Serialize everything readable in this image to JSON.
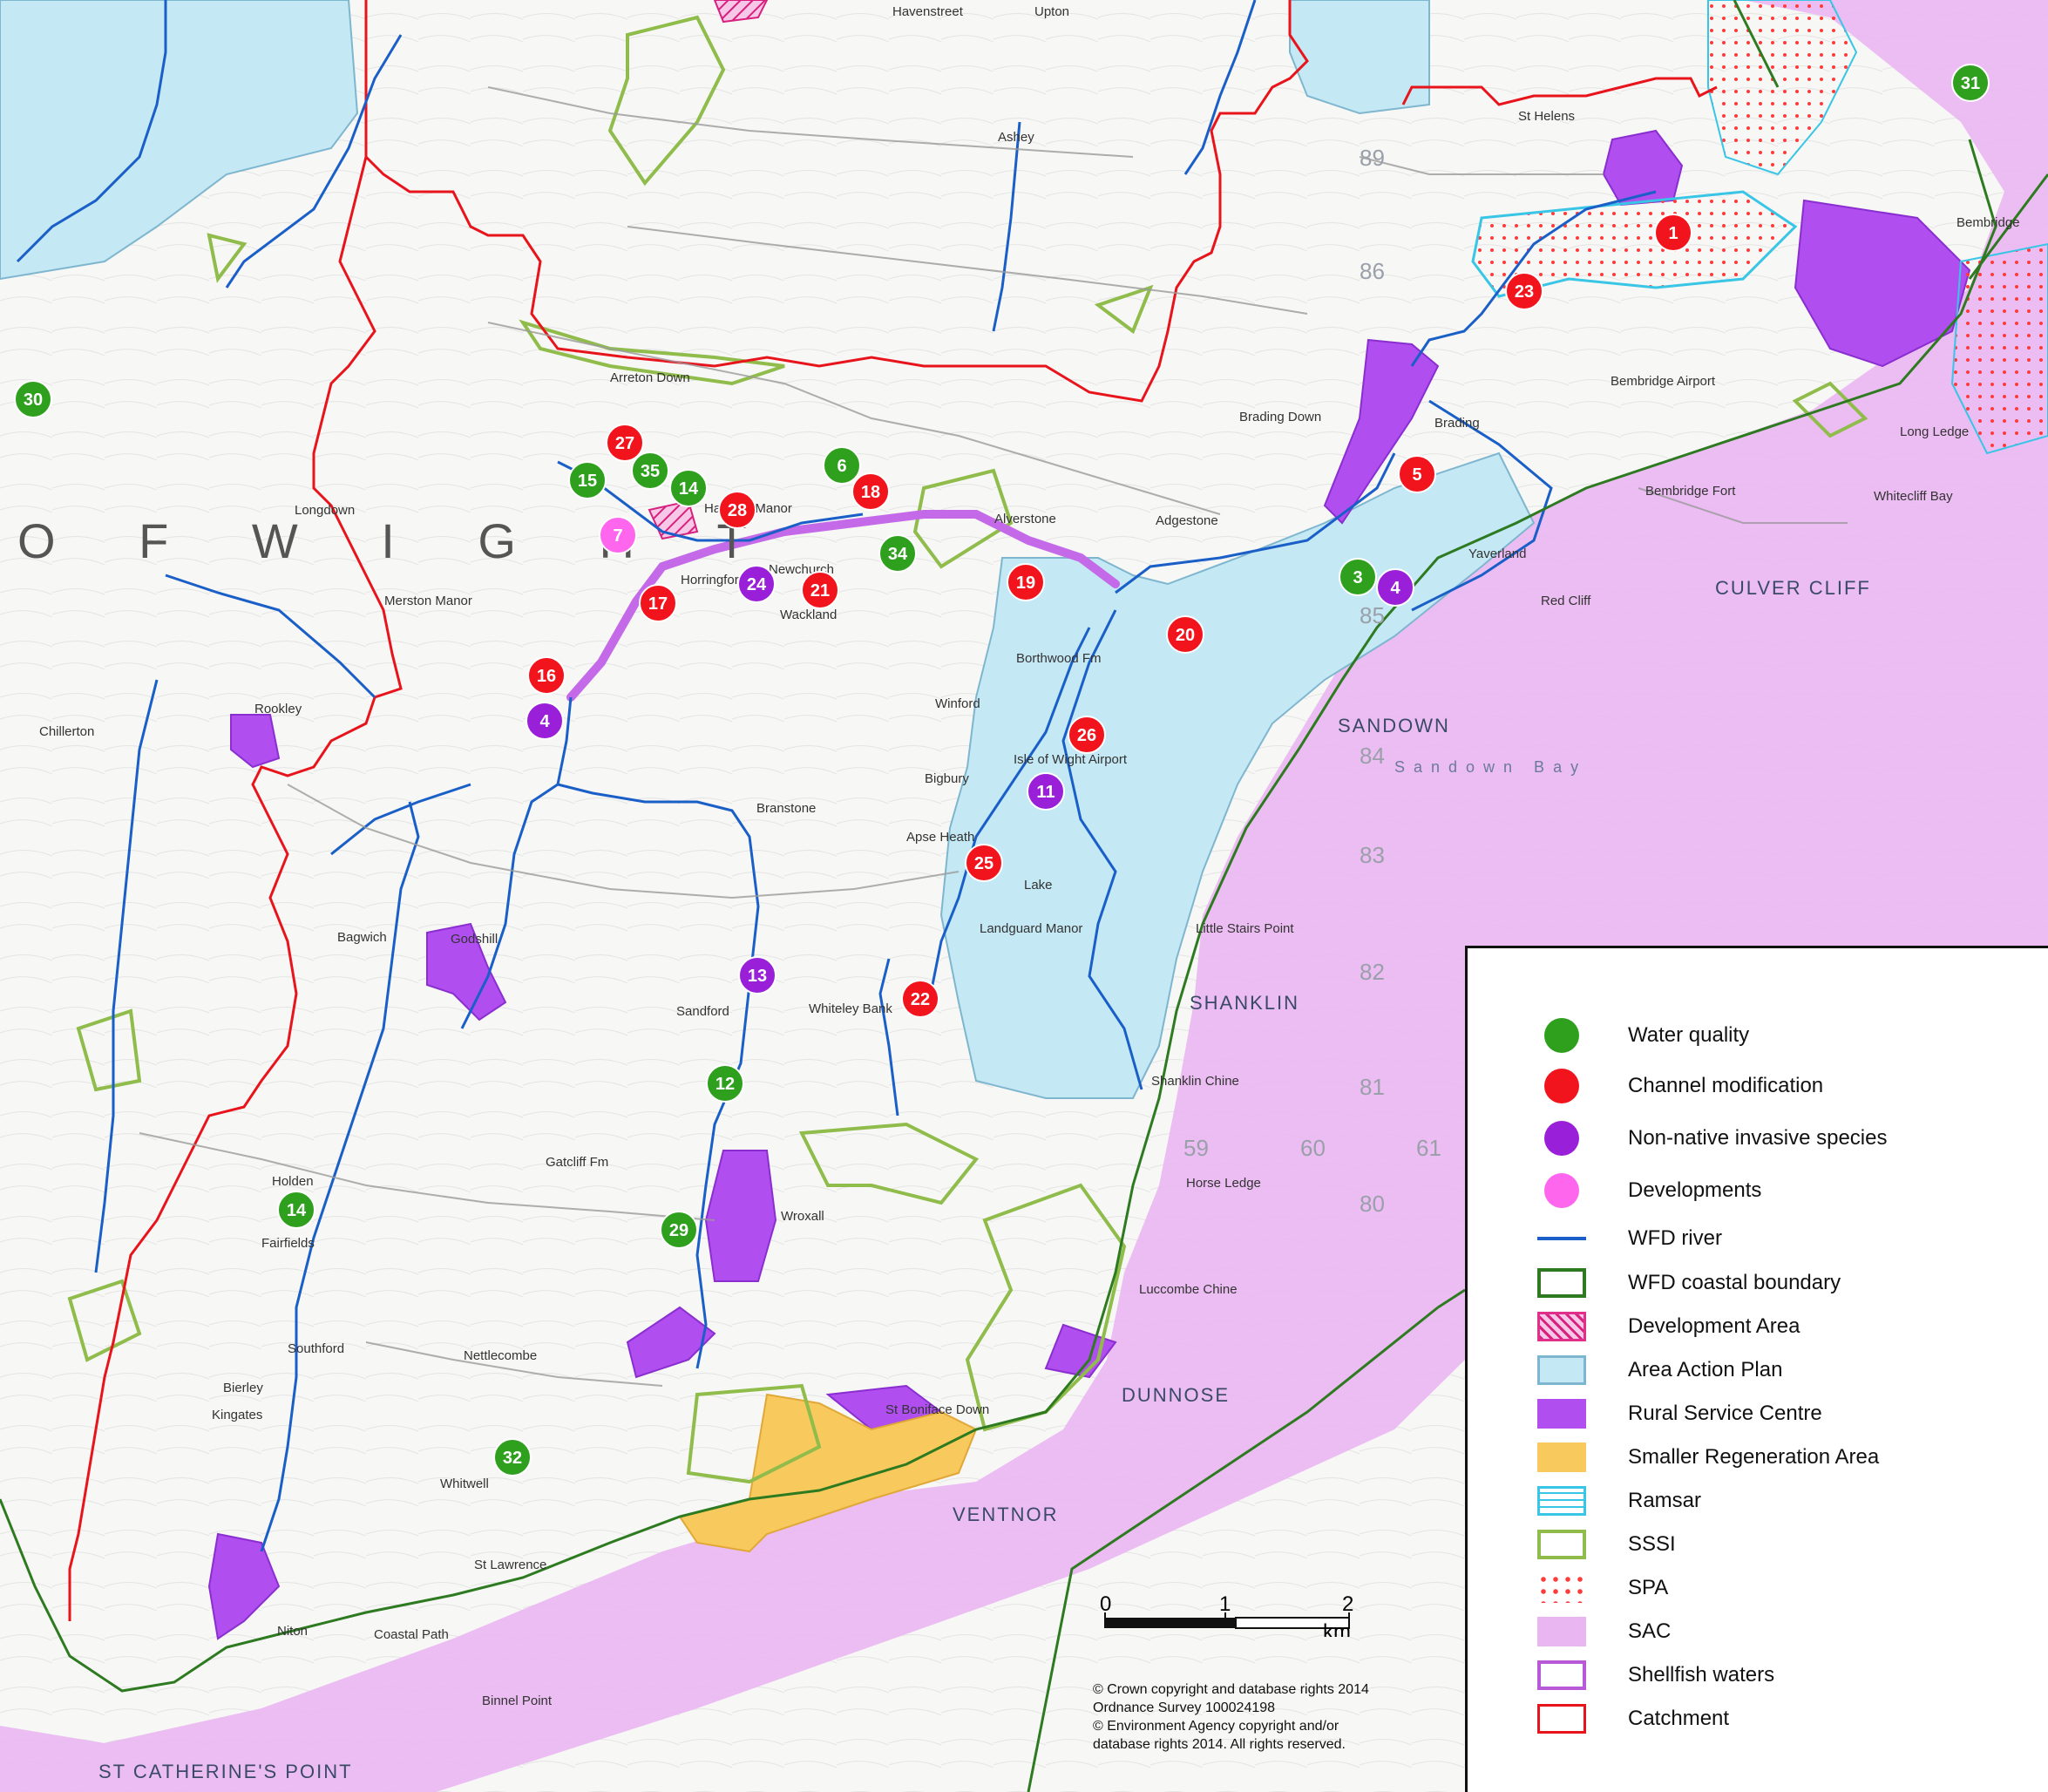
{
  "towns": [
    {
      "id": "sandown",
      "label": "SANDOWN"
    },
    {
      "id": "shanklin",
      "label": "SHANKLIN"
    },
    {
      "id": "ventnor",
      "label": "VENTNOR"
    },
    {
      "id": "dunnose",
      "label": "DUNNOSE"
    },
    {
      "id": "culver",
      "label": "CULVER CLIFF"
    },
    {
      "id": "stcath",
      "label": "ST CATHERINE'S POINT"
    },
    {
      "id": "bembridge",
      "label": "Bembridge"
    },
    {
      "id": "sthelens",
      "label": "St Helens"
    },
    {
      "id": "brading",
      "label": "Brading"
    },
    {
      "id": "godshill",
      "label": "Godshill"
    },
    {
      "id": "wroxall",
      "label": "Wroxall"
    },
    {
      "id": "rookley",
      "label": "Rookley"
    },
    {
      "id": "niton",
      "label": "Niton"
    },
    {
      "id": "newchurch",
      "label": "Newchurch"
    },
    {
      "id": "stlawrence",
      "label": "St Lawrence"
    },
    {
      "id": "whitwell",
      "label": "Whitwell"
    }
  ],
  "places": [
    {
      "id": "havenstreet",
      "label": "Havenstreet"
    },
    {
      "id": "upton",
      "label": "Upton"
    },
    {
      "id": "ashey",
      "label": "Ashey"
    },
    {
      "id": "arreton",
      "label": "Arreton Down"
    },
    {
      "id": "merston",
      "label": "Merston Manor"
    },
    {
      "id": "winford",
      "label": "Winford"
    },
    {
      "id": "branstone",
      "label": "Branstone"
    },
    {
      "id": "apseheath",
      "label": "Apse Heath"
    },
    {
      "id": "landguard",
      "label": "Landguard Manor"
    },
    {
      "id": "sandownbay",
      "label": "Sandown Bay"
    },
    {
      "id": "luccombe",
      "label": "Luccombe Chine"
    },
    {
      "id": "whitecliff",
      "label": "Whitecliff Bay"
    },
    {
      "id": "yaverland",
      "label": "Yaverland"
    },
    {
      "id": "horseledge",
      "label": "Horse Ledge"
    },
    {
      "id": "littlestairs",
      "label": "Little Stairs Point"
    },
    {
      "id": "shanklinchine",
      "label": "Shanklin Chine"
    },
    {
      "id": "bembridgeairport",
      "label": "Bembridge Airport"
    },
    {
      "id": "bembridgefort",
      "label": "Bembridge Fort"
    },
    {
      "id": "longledge",
      "label": "Long Ledge"
    },
    {
      "id": "redcliff",
      "label": "Red Cliff"
    },
    {
      "id": "chillerton",
      "label": "Chillerton"
    },
    {
      "id": "gatcliff",
      "label": "Gatcliff Fm"
    },
    {
      "id": "nettlecombe",
      "label": "Nettlecombe"
    },
    {
      "id": "stboniface",
      "label": "St Boniface Down"
    },
    {
      "id": "coastalpath",
      "label": "Coastal Path"
    },
    {
      "id": "binnel",
      "label": "Binnel Point"
    },
    {
      "id": "whiteley",
      "label": "Whiteley Bank"
    },
    {
      "id": "sandford",
      "label": "Sandford"
    },
    {
      "id": "fairfields",
      "label": "Fairfields"
    },
    {
      "id": "holden",
      "label": "Holden"
    },
    {
      "id": "bigbury",
      "label": "Bigbury"
    },
    {
      "id": "horringford",
      "label": "Horringford"
    },
    {
      "id": "wackland",
      "label": "Wackland"
    },
    {
      "id": "adgestone",
      "label": "Adgestone"
    },
    {
      "id": "averstone",
      "label": "Alverstone"
    },
    {
      "id": "bradingdown",
      "label": "Brading Down"
    },
    {
      "id": "haseley",
      "label": "Haseley Manor"
    },
    {
      "id": "longdown",
      "label": "Longdown"
    },
    {
      "id": "bagwich",
      "label": "Bagwich"
    },
    {
      "id": "kingates",
      "label": "Kingates"
    },
    {
      "id": "bierley",
      "label": "Bierley"
    },
    {
      "id": "southford",
      "label": "Southford"
    },
    {
      "id": "isleofwightairport",
      "label": "Isle of Wight Airport"
    },
    {
      "id": "borthwood",
      "label": "Borthwood Fm"
    },
    {
      "id": "landguardmanor",
      "label": "Lake"
    }
  ],
  "bigland": "O F   W I G H T",
  "grid_labels": [
    "85",
    "84",
    "83",
    "82",
    "81",
    "59",
    "60",
    "61",
    "80",
    "89",
    "86"
  ],
  "markers": [
    {
      "n": "1",
      "cat": "channel"
    },
    {
      "n": "3",
      "cat": "water"
    },
    {
      "n": "4",
      "cat": "invasive"
    },
    {
      "n": "4",
      "cat": "invasive"
    },
    {
      "n": "5",
      "cat": "channel"
    },
    {
      "n": "6",
      "cat": "water"
    },
    {
      "n": "7",
      "cat": "development"
    },
    {
      "n": "11",
      "cat": "invasive"
    },
    {
      "n": "12",
      "cat": "water"
    },
    {
      "n": "13",
      "cat": "invasive"
    },
    {
      "n": "14",
      "cat": "water"
    },
    {
      "n": "14",
      "cat": "water"
    },
    {
      "n": "15",
      "cat": "water"
    },
    {
      "n": "16",
      "cat": "channel"
    },
    {
      "n": "17",
      "cat": "channel"
    },
    {
      "n": "18",
      "cat": "channel"
    },
    {
      "n": "19",
      "cat": "channel"
    },
    {
      "n": "20",
      "cat": "channel"
    },
    {
      "n": "21",
      "cat": "channel"
    },
    {
      "n": "22",
      "cat": "channel"
    },
    {
      "n": "23",
      "cat": "channel"
    },
    {
      "n": "24",
      "cat": "invasive"
    },
    {
      "n": "25",
      "cat": "channel"
    },
    {
      "n": "26",
      "cat": "channel"
    },
    {
      "n": "27",
      "cat": "channel"
    },
    {
      "n": "28",
      "cat": "channel"
    },
    {
      "n": "29",
      "cat": "water"
    },
    {
      "n": "30",
      "cat": "water"
    },
    {
      "n": "31",
      "cat": "water"
    },
    {
      "n": "32",
      "cat": "water"
    },
    {
      "n": "34",
      "cat": "water"
    },
    {
      "n": "35",
      "cat": "water"
    }
  ],
  "colors": {
    "water": "#2ea01e",
    "channel": "#f2141c",
    "invasive": "#9a1fd8",
    "development": "#ff66ee",
    "river": "#1a5fc8",
    "coastal": "#2d7a20",
    "devarea": "#e0308c",
    "aap": "#c4e8f4",
    "aapEdge": "#7fb6cf",
    "rsc": "#b04ef0",
    "sra": "#f8c95c",
    "ramsar": "#38c5e6",
    "sssi": "#8fbc4a",
    "spa": "#ff3a3a",
    "sac": "#eab6f2",
    "shellfish": "#b85ad8",
    "catchment": "#e8141c"
  },
  "legend": {
    "items": [
      {
        "key": "water",
        "label": "Water quality"
      },
      {
        "key": "channel",
        "label": "Channel modification"
      },
      {
        "key": "invasive",
        "label": "Non-native invasive species"
      },
      {
        "key": "development",
        "label": "Developments"
      },
      {
        "key": "river",
        "label": "WFD river"
      },
      {
        "key": "coastal",
        "label": "WFD coastal boundary"
      },
      {
        "key": "devarea",
        "label": "Development Area"
      },
      {
        "key": "aap",
        "label": "Area Action Plan"
      },
      {
        "key": "rsc",
        "label": "Rural Service Centre"
      },
      {
        "key": "sra",
        "label": "Smaller Regeneration Area"
      },
      {
        "key": "ramsar",
        "label": "Ramsar"
      },
      {
        "key": "sssi",
        "label": "SSSI"
      },
      {
        "key": "spa",
        "label": "SPA"
      },
      {
        "key": "sac",
        "label": "SAC"
      },
      {
        "key": "shellfish",
        "label": "Shellfish waters"
      },
      {
        "key": "catchment",
        "label": "Catchment"
      }
    ]
  },
  "scale": {
    "t0": "0",
    "t1": "1",
    "t2": "2",
    "unit": "km"
  },
  "copyright": [
    "© Crown copyright and database rights 2014",
    "Ordnance Survey 100024198",
    "© Environment Agency copyright and/or",
    "database rights 2014. All rights reserved."
  ]
}
